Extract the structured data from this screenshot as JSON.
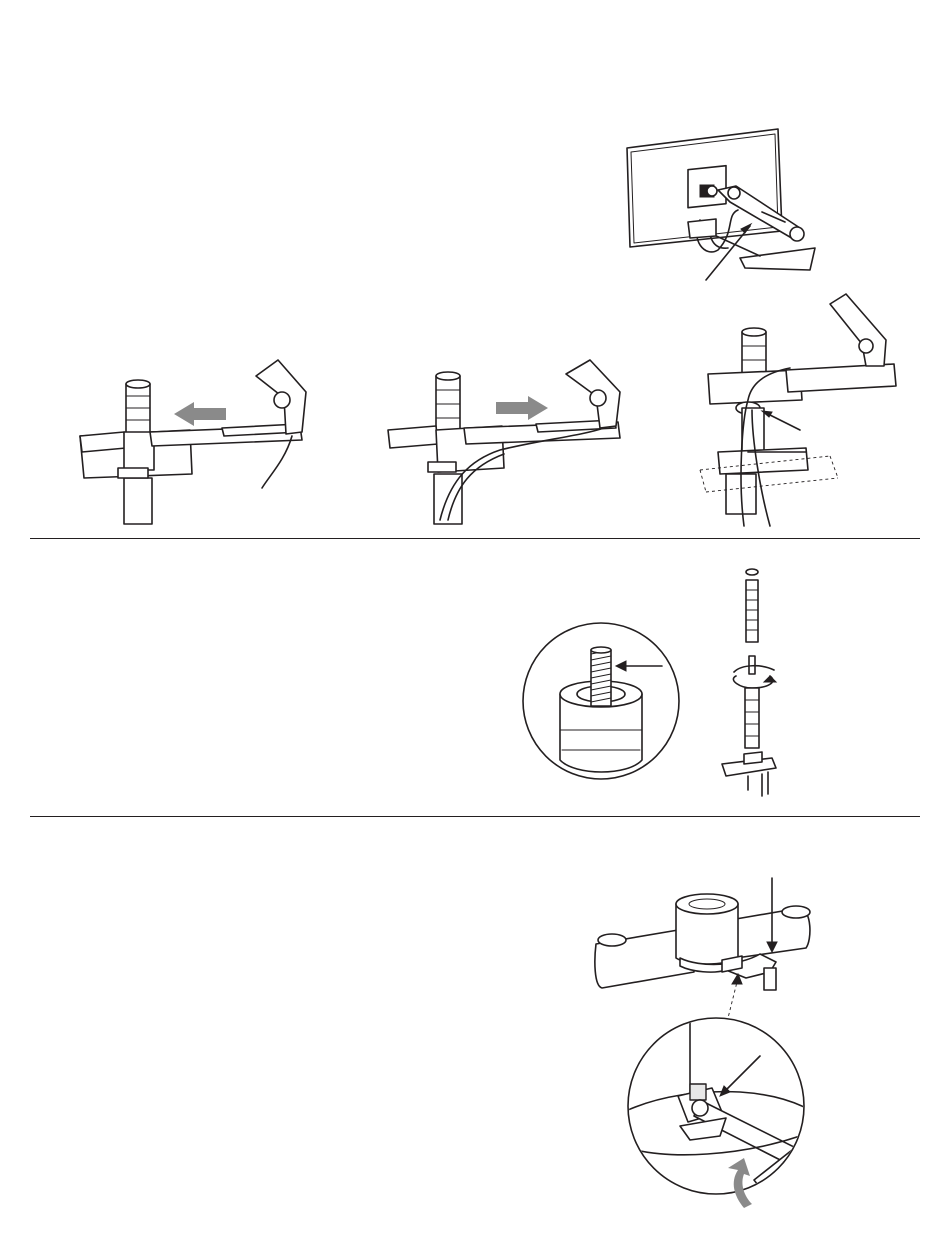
{
  "colors": {
    "line": "#231f20",
    "motion_arrow": "#8a8a8a",
    "background": "#ffffff"
  },
  "sections": [
    {
      "id": "cable-routing",
      "illustrations": [
        "monitor-arm-cable-overview",
        "arm-slide-left",
        "arm-slide-right",
        "cable-clip-on-pole"
      ]
    },
    {
      "id": "pole-extension",
      "illustrations": [
        "threaded-stud-detail",
        "pole-assembly-rotate"
      ]
    },
    {
      "id": "arm-clamp-tightening",
      "illustrations": [
        "dual-arm-clamp",
        "hex-key-detail"
      ]
    }
  ]
}
